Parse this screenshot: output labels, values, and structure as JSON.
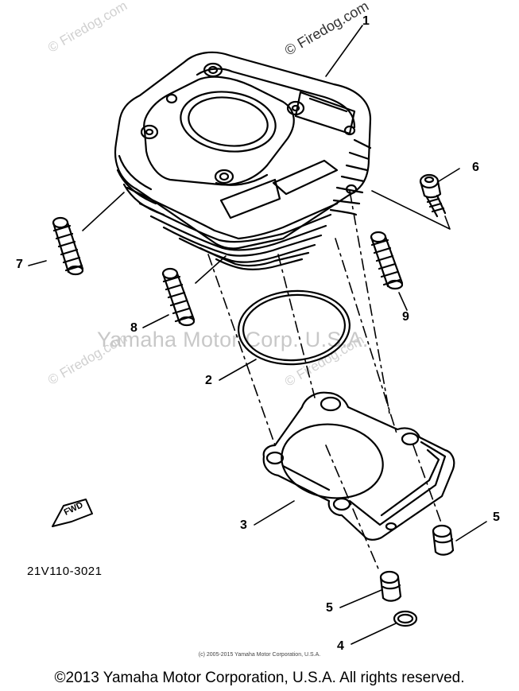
{
  "watermarks": {
    "firedog": "© Firedog.com",
    "center": "Yamaha Motor Corp. U.S.A."
  },
  "callouts": {
    "c1": "1",
    "c2": "2",
    "c3": "3",
    "c4": "4",
    "c5a": "5",
    "c5b": "5",
    "c6": "6",
    "c7": "7",
    "c8": "8",
    "c9": "9"
  },
  "fwd_label": "FWD",
  "part_code": "21V110-3021",
  "small_copyright": "(c) 2005-2015 Yamaha Motor Corporation, U.S.A.",
  "copyright": "©2013 Yamaha Motor Corporation, U.S.A. All rights reserved."
}
